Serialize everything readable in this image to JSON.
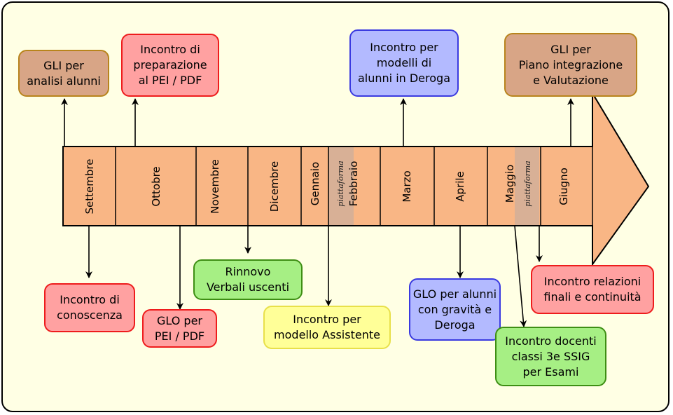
{
  "months": [
    "Settembre",
    "Ottobre",
    "Novembre",
    "Dicembre",
    "Gennaio",
    "Febbraio",
    "Marzo",
    "Aprile",
    "Maggio",
    "Giugno"
  ],
  "piattaforma_label": "piattaforma",
  "colors": {
    "frame_bg": "#ffffe4",
    "arrow_fill": "#f9b685",
    "platform_band": "#d8b096",
    "brown_box": "#d8a586",
    "red_box": "#ffa1a1",
    "blue_box": "#b3baff",
    "green_box": "#a6ef84",
    "yellow_box": "#ffff98"
  },
  "events": {
    "gli_analisi": [
      "GLI per",
      "analisi alunni"
    ],
    "incontro_preparazione": [
      "Incontro di",
      "preparazione",
      "al PEI / PDF"
    ],
    "incontro_deroga": [
      "Incontro per",
      "modelli di",
      "alunni in Deroga"
    ],
    "gli_piano": [
      "GLI per",
      "Piano integrazione",
      "e Valutazione"
    ],
    "incontro_conoscenza": [
      "Incontro di",
      "conoscenza"
    ],
    "glo_pei": [
      "GLO per",
      "PEI / PDF"
    ],
    "rinnovo_verbali": [
      "Rinnovo",
      "Verbali uscenti"
    ],
    "incontro_assistente": [
      "Incontro per",
      "modello Assistente"
    ],
    "glo_gravita": [
      "GLO per alunni",
      "con gravità e",
      "Deroga"
    ],
    "incontro_relazioni": [
      "Incontro relazioni",
      "finali e continuità"
    ],
    "incontro_ssig": [
      "Incontro docenti",
      "classi 3e SSIG",
      "per Esami"
    ]
  }
}
